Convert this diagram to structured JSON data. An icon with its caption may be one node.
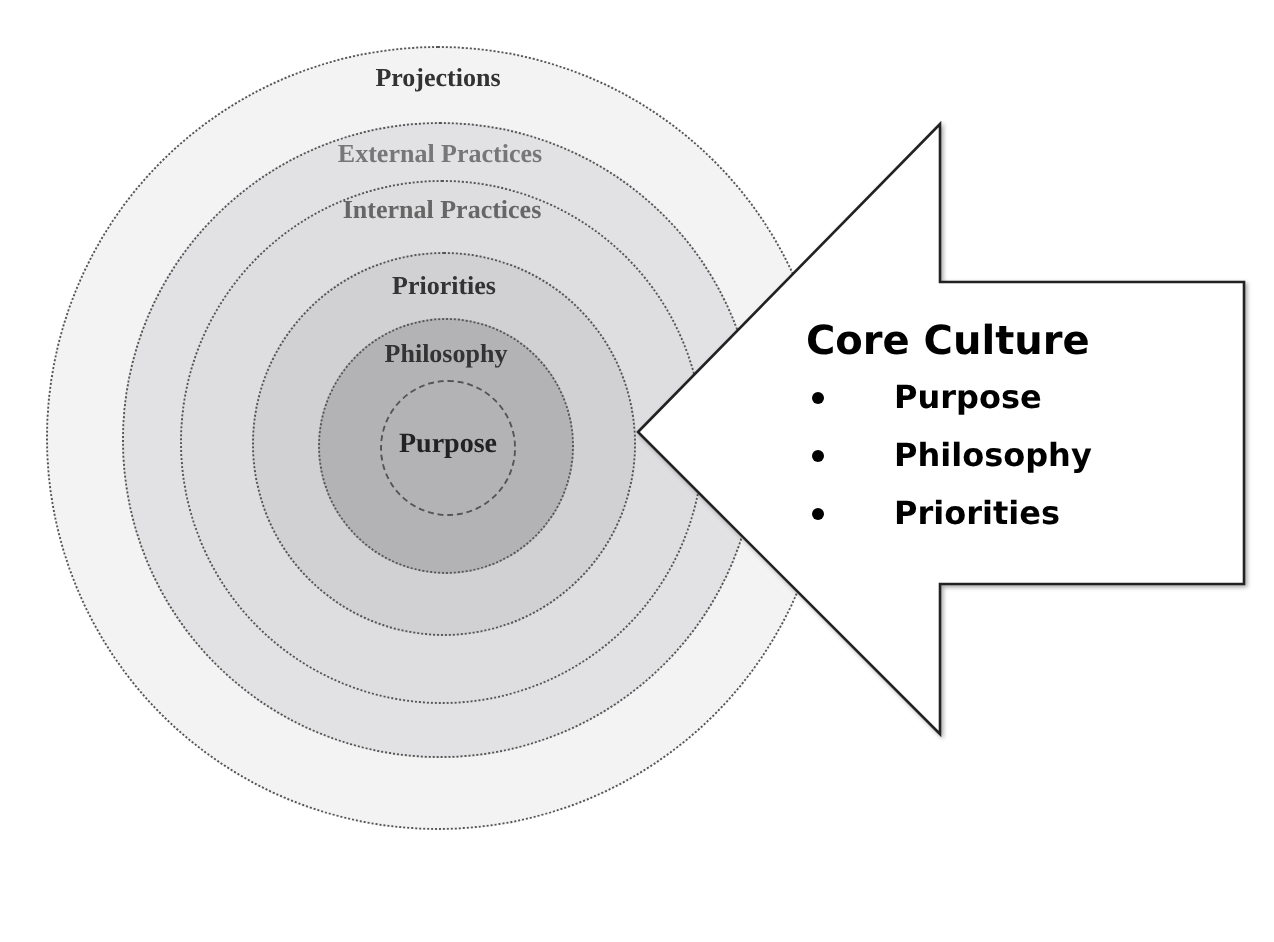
{
  "diagram": {
    "nodes": [
      {
        "text": [
          "Projections"
        ]
      },
      {
        "text": [
          "External Practices"
        ],
        "in": 0
      },
      {
        "text": [
          "Internal Practices"
        ],
        "in": 1
      },
      {
        "text": [
          "Priorities"
        ],
        "in": 2
      },
      {
        "text": [
          "Philosophy"
        ],
        "in": 3
      },
      {
        "text": [
          "Purpose"
        ],
        "in": 4
      },
      {
        "text": [
          "Core Culture",
          "Purpose",
          "Philosophy",
          "Priorities"
        ]
      }
    ]
  }
}
